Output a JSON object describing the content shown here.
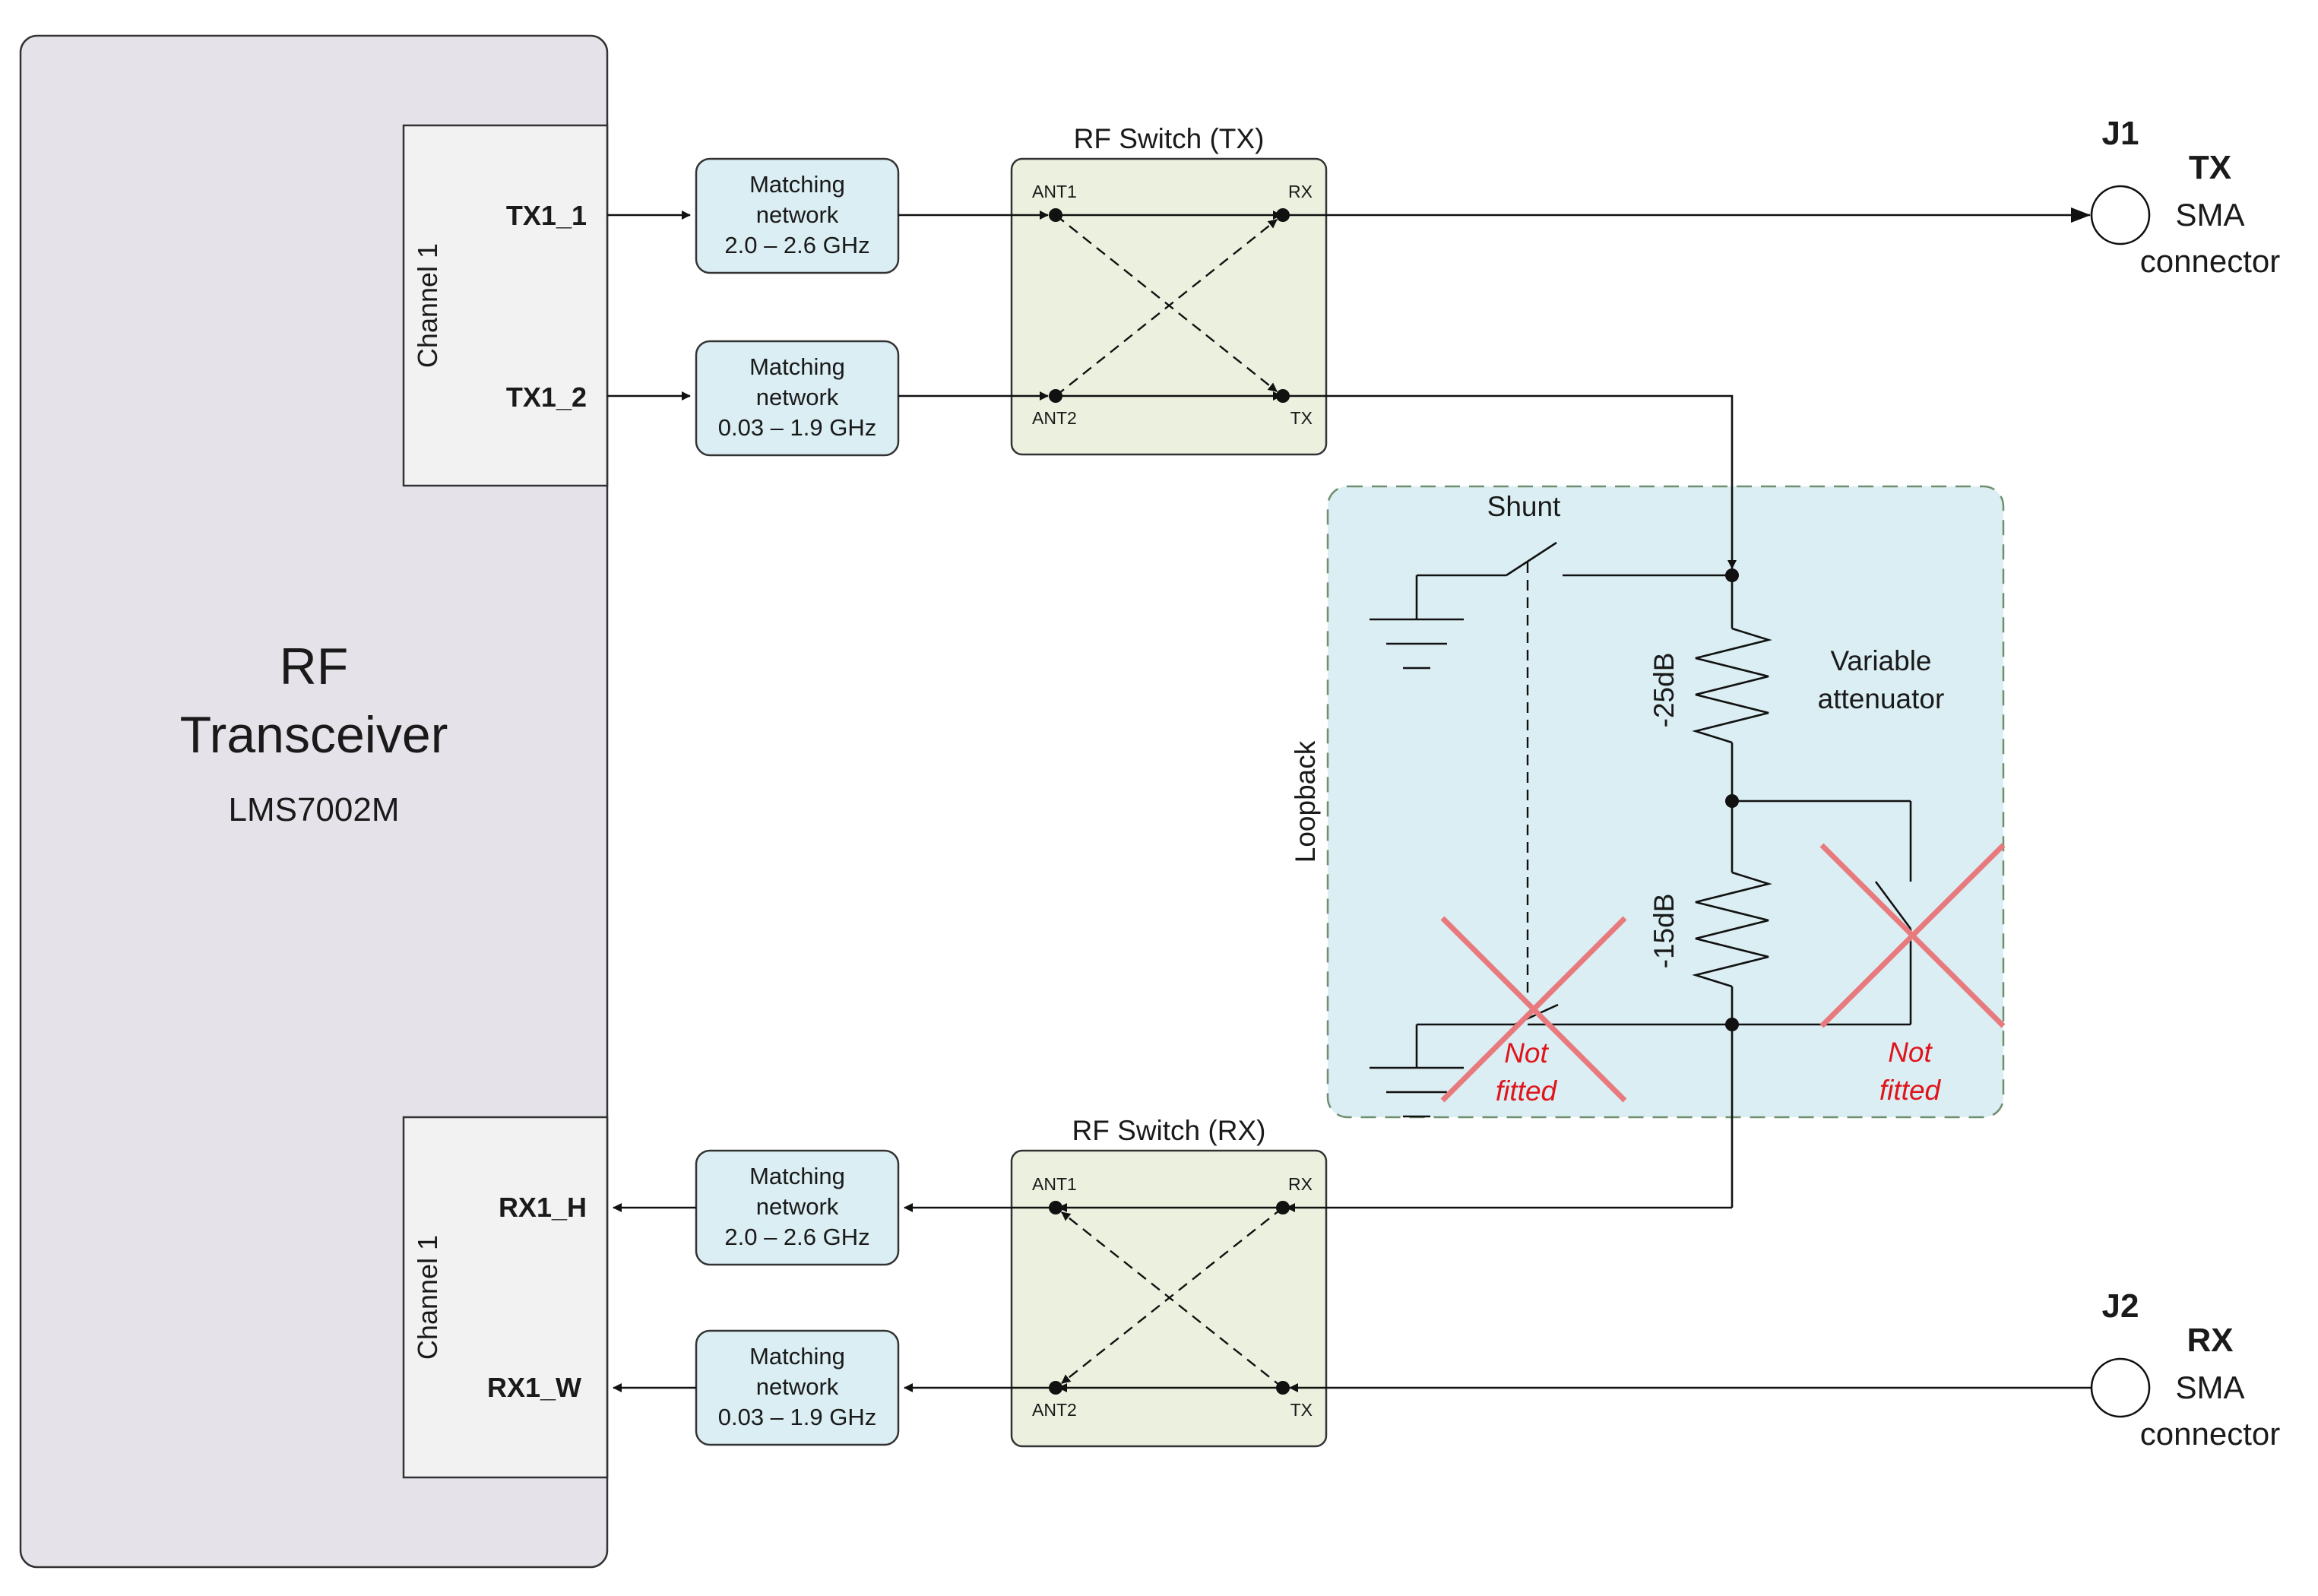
{
  "transceiver": {
    "title_line1": "RF",
    "title_line2": "Transceiver",
    "part": "LMS7002M",
    "tx_channel_label": "Channel 1",
    "rx_channel_label": "Channel 1",
    "ports": {
      "tx1_1": "TX1_1",
      "tx1_2": "TX1_2",
      "rx1_h": "RX1_H",
      "rx1_w": "RX1_W"
    }
  },
  "matching_networks": [
    {
      "line1": "Matching",
      "line2": "network",
      "line3": "2.0 – 2.6 GHz"
    },
    {
      "line1": "Matching",
      "line2": "network",
      "line3": "0.03 – 1.9 GHz"
    },
    {
      "line1": "Matching",
      "line2": "network",
      "line3": "2.0 – 2.6 GHz"
    },
    {
      "line1": "Matching",
      "line2": "network",
      "line3": "0.03 – 1.9 GHz"
    }
  ],
  "rf_switch_tx": {
    "title": "RF Switch (TX)",
    "ant1": "ANT1",
    "ant2": "ANT2",
    "rx": "RX",
    "tx": "TX"
  },
  "rf_switch_rx": {
    "title": "RF Switch (RX)",
    "ant1": "ANT1",
    "ant2": "ANT2",
    "rx": "RX",
    "tx": "TX"
  },
  "loopback": {
    "label": "Loopback",
    "shunt": "Shunt",
    "atten_line1": "Variable",
    "atten_line2": "attenuator",
    "r1": "-25dB",
    "r2": "-15dB",
    "not_fitted_1a": "Not",
    "not_fitted_1b": "fitted",
    "not_fitted_2a": "Not",
    "not_fitted_2b": "fitted"
  },
  "connectors": {
    "j1": {
      "ref": "J1",
      "name": "TX",
      "line1": "SMA",
      "line2": "connector"
    },
    "j2": {
      "ref": "J2",
      "name": "RX",
      "line1": "SMA",
      "line2": "connector"
    }
  },
  "colors": {
    "transceiver_fill": "#e6e2ea",
    "channel_fill": "#f2f2f2",
    "matching_fill": "#daeef3",
    "switch_fill": "#ebf1de",
    "loopback_fill": "#daeef3",
    "cross": "#e87a7e"
  }
}
